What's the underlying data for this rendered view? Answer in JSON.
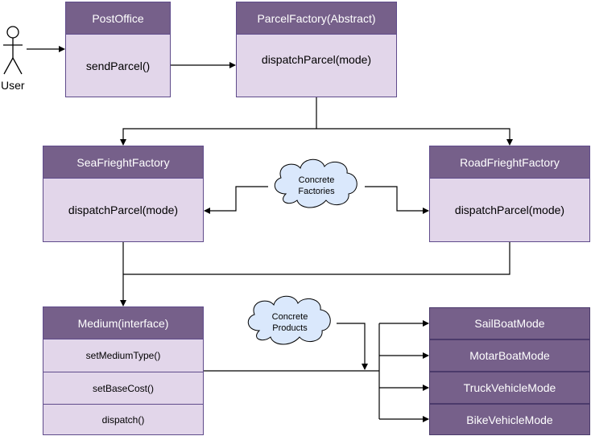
{
  "actor": {
    "label": "User"
  },
  "post_office": {
    "title": "PostOffice",
    "method": "sendParcel()"
  },
  "parcel_factory": {
    "title": "ParcelFactory(Abstract)",
    "method": "dispatchParcel(mode)"
  },
  "sea_factory": {
    "title": "SeaFrieghtFactory",
    "method": "dispatchParcel(mode)"
  },
  "road_factory": {
    "title": "RoadFrieghtFactory",
    "method": "dispatchParcel(mode)"
  },
  "medium": {
    "title": "Medium(interface)",
    "methods": [
      "setMediumType()",
      "setBaseCost()",
      "dispatch()"
    ]
  },
  "modes": [
    "SailBoatMode",
    "MotarBoatMode",
    "TruckVehicleMode",
    "BikeVehicleMode"
  ],
  "clouds": {
    "factories": {
      "line1": "Concrete",
      "line2": "Factories"
    },
    "products": {
      "line1": "Concrete",
      "line2": "Products"
    }
  },
  "colors": {
    "header": "#76608a",
    "body": "#e2d6ea",
    "border": "#5f4b8b"
  }
}
